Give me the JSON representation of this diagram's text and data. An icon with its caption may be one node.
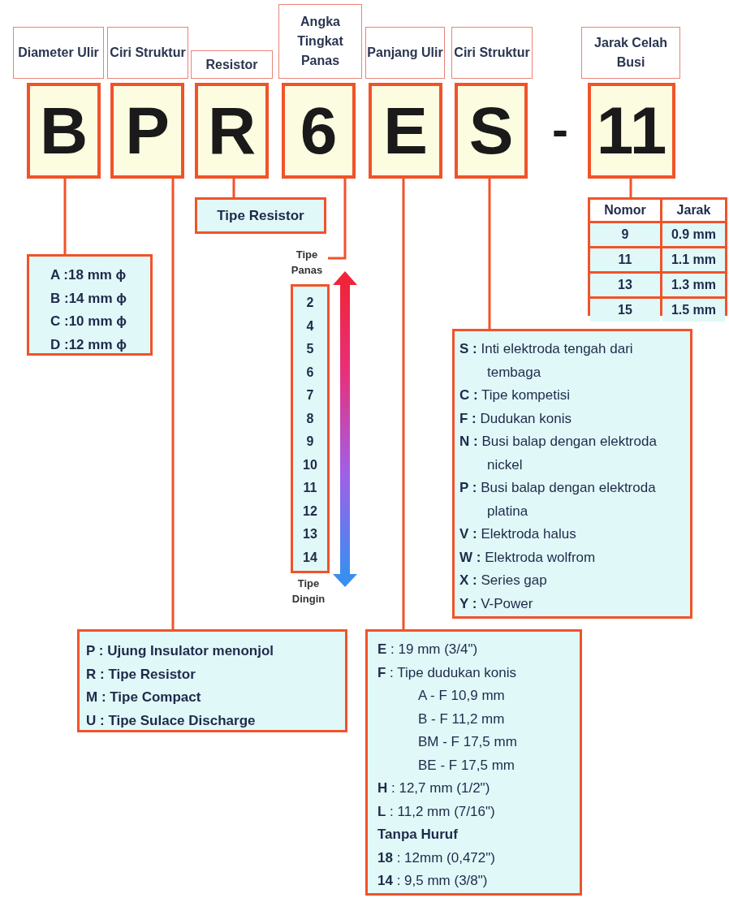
{
  "diagram": {
    "nodes": [
      {
        "text": [
          "Diameter Ulir"
        ]
      },
      {
        "text": [
          "Ciri Struktur"
        ]
      },
      {
        "text": [
          "Resistor"
        ]
      },
      {
        "text": [
          "Angka Tingkat Panas"
        ]
      },
      {
        "text": [
          "Panjang Ulir"
        ]
      },
      {
        "text": [
          "Ciri Struktur"
        ]
      },
      {
        "text": [
          "Jarak Celah Busi"
        ]
      },
      {
        "text": [
          "B"
        ]
      },
      {
        "text": [
          "P"
        ]
      },
      {
        "text": [
          "R"
        ]
      },
      {
        "text": [
          "6"
        ]
      },
      {
        "text": [
          "E"
        ]
      },
      {
        "text": [
          "S"
        ]
      },
      {
        "text": [
          "11"
        ]
      },
      {
        "text": [
          "Tipe Resistor"
        ]
      },
      {
        "text": [
          "A :18 mm ϕ",
          "B :14 mm ϕ",
          "C :10 mm ϕ",
          "D :12 mm ϕ"
        ]
      },
      {
        "text": [
          "Tipe Panas"
        ]
      },
      {
        "text": [
          "2",
          "4",
          "5",
          "6",
          "7",
          "8",
          "9",
          "10",
          "11",
          "12",
          "13",
          "14"
        ]
      },
      {
        "text": [
          "Nomor",
          "Jarak",
          "9",
          "0.9 mm",
          "11",
          "1.1 mm",
          "13",
          "1.3 mm",
          "15",
          "1.5 mm"
        ]
      },
      {
        "text": [
          "**S :** Inti elektroda tengah dari tembaga",
          "**C :** Tipe kompetisi",
          "**F :** Dudukan konis",
          "**N :** Busi balap dengan elektroda nickel",
          "**P :** Busi balap dengan elektroda platina",
          "**V :** Elektroda halus",
          "**W :** Elektroda wolfrom",
          "**X :** Series gap",
          "**Y :** V-Power"
        ]
      },
      {
        "text": [
          "P : Ujung Insulator menonjol",
          "R : Tipe Resistor",
          "M : Tipe Compact",
          "U : Tipe Sulace Discharge"
        ]
      },
      {
        "text": [
          "**E** : 19 mm (3/4\")",
          "**F** : Tipe dudukan konis",
          "A - F 10,9 mm",
          "B - F 11,2 mm",
          "BM - F 17,5 mm",
          "BE - F 17,5 mm",
          "**H** : 12,7 mm (1/2\")",
          "**L** : 11,2 mm (7/16\")",
          "Tanpa Huruf",
          "**18** : 12mm (0,472\")",
          "**14** : 9,5 mm (3/8\")"
        ]
      }
    ],
    "edges": [
      {
        "from": 7,
        "to": 15,
        "arrow": "none"
      },
      {
        "from": 8,
        "to": 20,
        "arrow": "none"
      },
      {
        "from": 9,
        "to": 14,
        "arrow": "none"
      },
      {
        "from": 10,
        "to": 16,
        "arrow": "none"
      },
      {
        "from": 11,
        "to": 21,
        "arrow": "none"
      },
      {
        "from": 12,
        "to": 19,
        "arrow": "none"
      },
      {
        "from": 13,
        "to": 18,
        "arrow": "none"
      }
    ],
    "labels": [
      "-",
      "Tipe Dingin"
    ]
  }
}
